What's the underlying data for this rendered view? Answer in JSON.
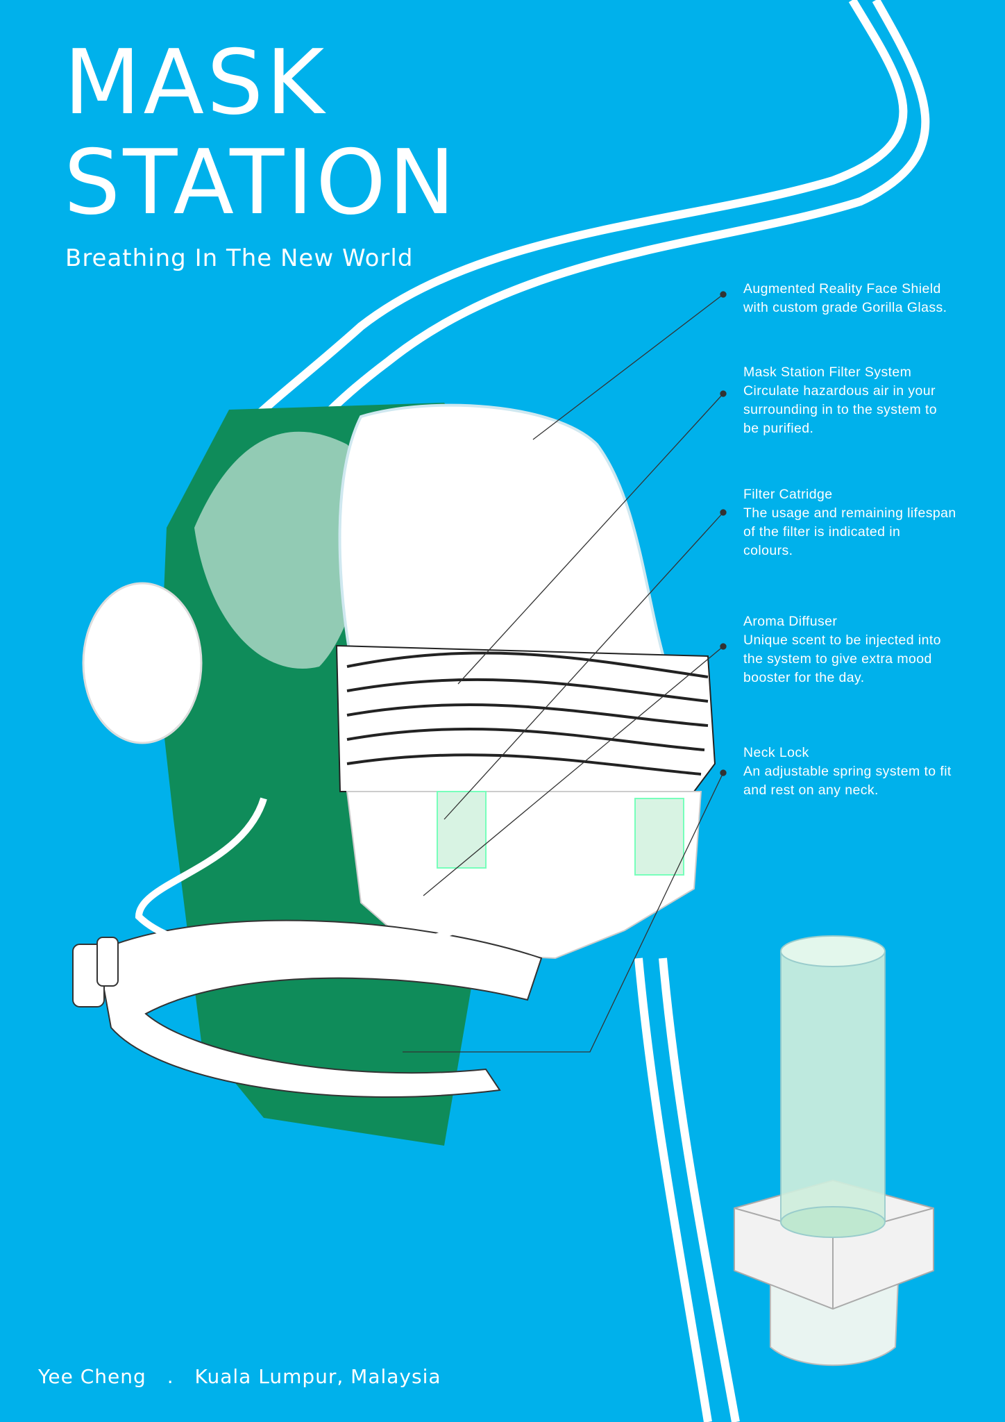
{
  "poster": {
    "title_line1": "MASK",
    "title_line2": "STATION",
    "subtitle": "Breathing In The New World"
  },
  "annotations": [
    {
      "heading": "Augmented Reality Face Shield",
      "body": "with custom grade Gorilla Glass."
    },
    {
      "heading": "Mask Station Filter System",
      "body": "Circulate hazardous air in your\nsurrounding in to the system to\nbe purified."
    },
    {
      "heading": "Filter Catridge",
      "body": "The usage and remaining lifespan\nof the filter is indicated in\ncolours."
    },
    {
      "heading": "Aroma Diffuser",
      "body": "Unique scent to be injected into\nthe system to give extra mood\nbooster for the day."
    },
    {
      "heading": "Neck Lock",
      "body": "An adjustable spring system to fit\nand rest on any neck."
    }
  ],
  "footer": {
    "author": "Yee Cheng",
    "separator": ".",
    "location": "Kuala Lumpur, Malaysia"
  },
  "colors": {
    "background": "#00b1eb",
    "helmet_green": "#0f8c5a",
    "text": "#ffffff"
  }
}
